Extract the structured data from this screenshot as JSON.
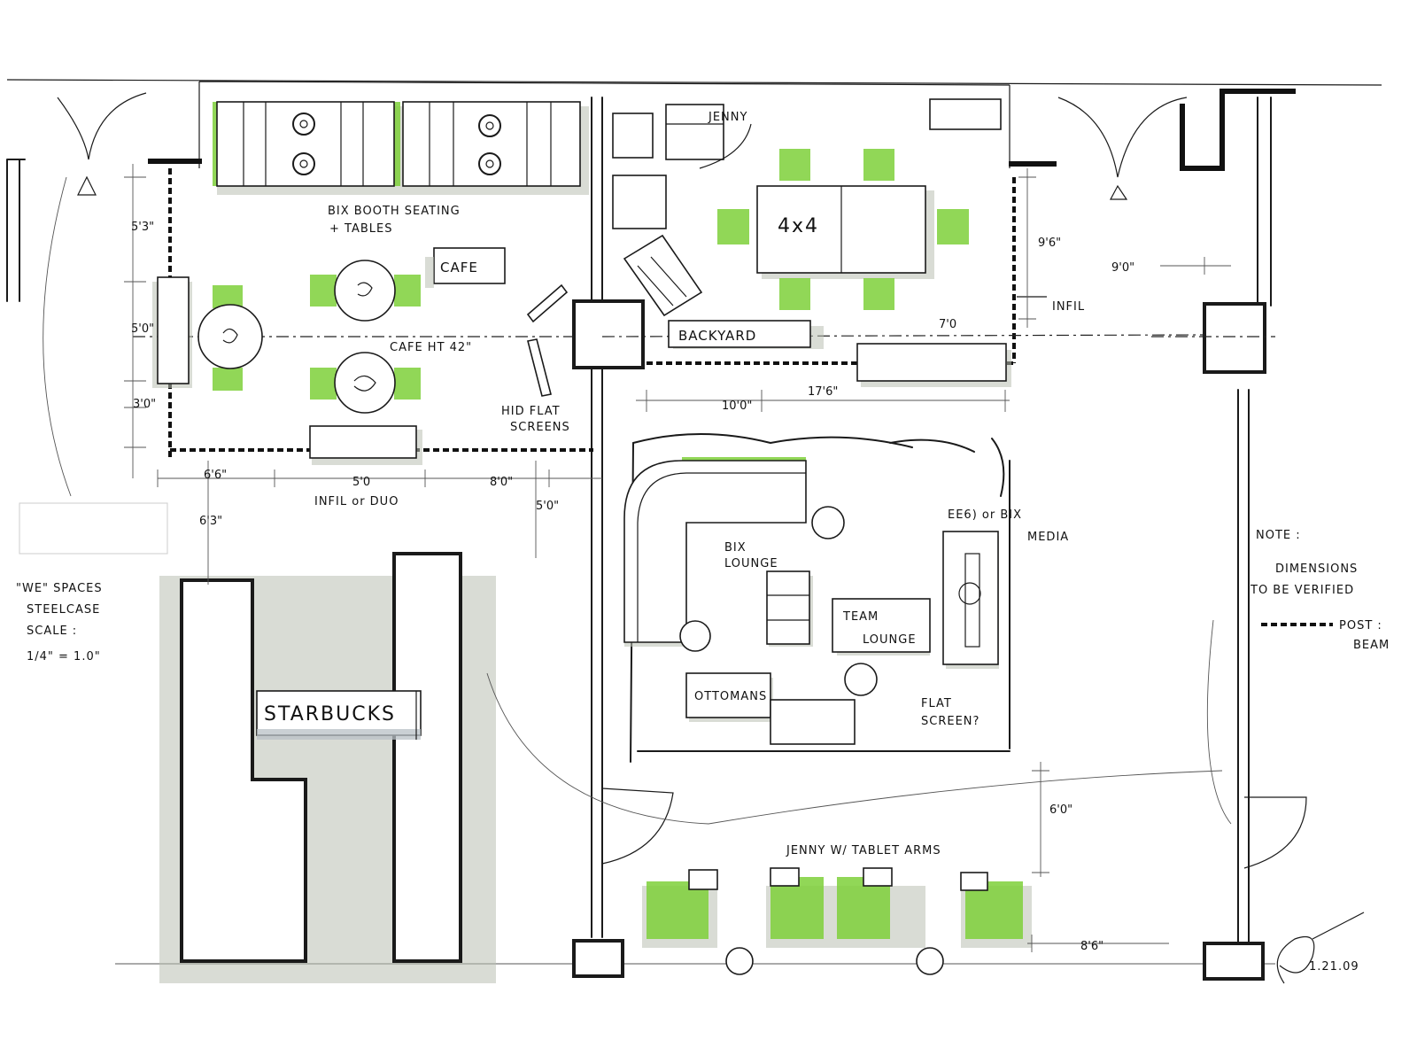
{
  "labels": {
    "booth_seating": "BIX BOOTH SEATING",
    "tables": "+ TABLES",
    "cafe_sign": "CAFE",
    "cafe_ht": "CAFE HT 42\"",
    "flat_screens": "HID FLAT",
    "flat_screens_2": "SCREENS",
    "infil_or_duo": "INFIL or DUO",
    "jenny_top": "JENNY",
    "table_4x4": "4x4",
    "backyard": "BACKYARD",
    "infil_right": "INFIL",
    "bix_lounge": "BIX",
    "bix_lounge_2": "LOUNGE",
    "bix_media": "EE6) or BIX",
    "bix_media_2": "MEDIA",
    "team_lounge": "TEAM",
    "team_lounge_2": "LOUNGE",
    "ottomans": "OTTOMANS",
    "flat_screen_q": "FLAT",
    "flat_screen_q_2": "SCREEN?",
    "starbucks": "STARBUCKS",
    "jenny_tablet": "JENNY W/ TABLET ARMS",
    "we_spaces_1": "\"WE\" SPACES",
    "we_spaces_2": "STEELCASE",
    "scale_1": "SCALE :",
    "scale_2": "1/4\" = 1.0\"",
    "note_1": "NOTE :",
    "note_2": "DIMENSIONS",
    "note_3": "TO BE VERIFIED",
    "legend_post": "POST :",
    "legend_beam": "BEAM",
    "date": "1.21.09"
  },
  "dimensions": {
    "d_5_3": "5'3\"",
    "d_5_0": "5'0\"",
    "d_3_0": "3'0\"",
    "d_6_6": "6'6\"",
    "d_5_0b": "5'0",
    "d_8_0": "8'0\"",
    "d_5_0c": "5'0\"",
    "d_6_3": "6'3\"",
    "d_9_6": "9'6\"",
    "d_9_0": "9'0\"",
    "d_7_0": "7'0",
    "d_10_0": "10'0\"",
    "d_17_6": "17'6\"",
    "d_6_0": "6'0\"",
    "d_8_6": "8'6\""
  },
  "colors": {
    "furniture_accent": "#7ed03a",
    "marker_shadow": "#b9bfb2",
    "marker_grey": "#b8c0c6",
    "ink": "#1a1a1a"
  }
}
